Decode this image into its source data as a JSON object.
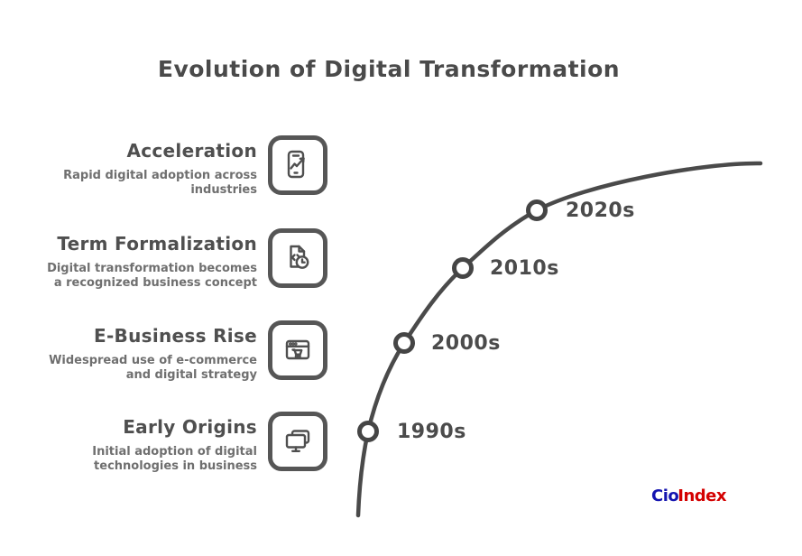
{
  "title": "Evolution of Digital Transformation",
  "items": [
    {
      "title": "Acceleration",
      "description": "Rapid digital adoption across\nindustries",
      "icon": "smartphone-growth-icon"
    },
    {
      "title": "Term Formalization",
      "description": "Digital transformation becomes\na recognized business concept",
      "icon": "document-code-clock-icon"
    },
    {
      "title": "E-Business Rise",
      "description": "Widespread use of e-commerce\nand digital strategy",
      "icon": "browser-cart-icon"
    },
    {
      "title": "Early Origins",
      "description": "Initial adoption of digital\ntechnologies in business",
      "icon": "dual-monitor-icon"
    }
  ],
  "curve": {
    "milestones": [
      {
        "label": "1990s"
      },
      {
        "label": "2000s"
      },
      {
        "label": "2010s"
      },
      {
        "label": "2020s"
      }
    ]
  },
  "watermark": {
    "part1": "Cio",
    "part2": "Index",
    "color1": "#1515b0",
    "color2": "#d40000"
  },
  "colors": {
    "title": "#4a4a4a",
    "item_title": "#4f4f4f",
    "item_description": "#6f6f6f",
    "curve": "#4a4a4a",
    "milestone_dot_fill": "#ffffff",
    "milestone_dot_ring": "#454545",
    "background": "#ffffff"
  }
}
